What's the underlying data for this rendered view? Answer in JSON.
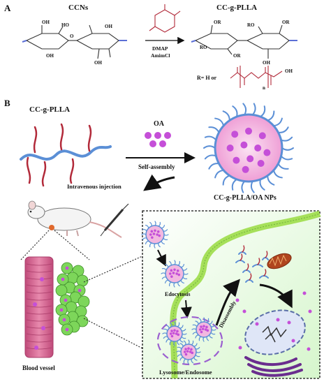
{
  "panel_a": {
    "letter": "A",
    "reactant_label": "CCNs",
    "product_label": "CC-g-PLLA",
    "reagent_1": "DMAP",
    "reagent_2": "AmimCl",
    "oh_label": "OH",
    "ho_label": "HO",
    "or_label": "OR",
    "ro_label": "RO",
    "o_label": "O",
    "r_def_prefix": "R= H or",
    "r_def_n": "n",
    "r_def_oh": "OH"
  },
  "panel_b": {
    "letter": "B",
    "polymer_label": "CC-g-PLLA",
    "drug_label": "OA",
    "process_label": "Self-assembly",
    "nanoparticle_label": "CC-g-PLLA/OA NPs",
    "injection_label": "Intravenous injection",
    "vessel_label": "Blood vessel",
    "endocytosis_label": "Edocytosis",
    "disassembly_label": "Disassembly",
    "compartment_label": "Lysosome/Endosome"
  },
  "colors": {
    "backbone": "#5b8fd6",
    "chain": "#b22a3a",
    "drug": "#c54fd8",
    "np_core": "#f2b8e0",
    "membrane": "#a6e05a",
    "vessel": "#d66a93",
    "cell": "#7dd65a",
    "nucleus": "#8e9fd0",
    "er": "#6a2d8e",
    "mito": "#b0451f",
    "lysosome": "#9b5fd0"
  }
}
